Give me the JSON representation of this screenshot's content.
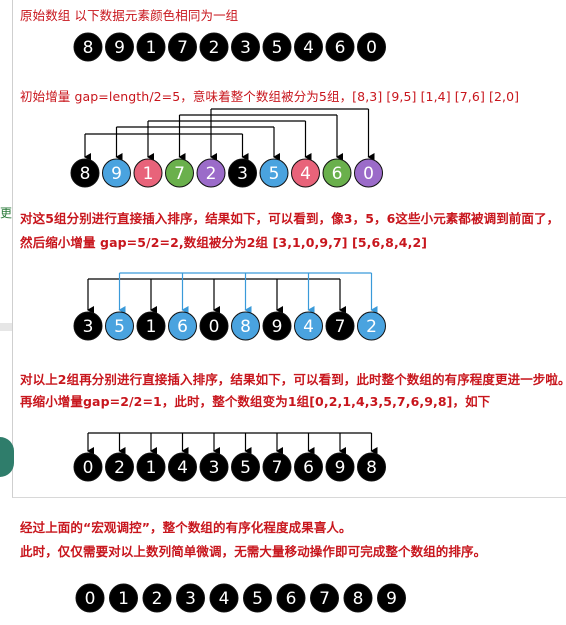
{
  "texts": {
    "t1": "原始数组  以下数据元素颜色相同为一组",
    "t2": "初始增量 gap=length/2=5，意味着整个数组被分为5组，[8,3] [9,5] [1,4] [7,6] [2,0]",
    "t3": "对这5组分别进行直接插入排序，结果如下，可以看到，像3，5，6这些小元素都被调到前面了，",
    "t4": "然后缩小增量 gap=5/2=2,数组被分为2组 [3,1,0,9,7] [5,6,8,4,2]",
    "t5": "对以上2组再分别进行直接插入排序，结果如下，可以看到，此时整个数组的有序程度更进一步啦。",
    "t6": "再缩小增量gap=2/2=1，此时，整个数组变为1组[0,2,1,4,3,5,7,6,9,8]，如下",
    "t7": "经过上面的“宏观调控”，整个数组的有序化程度成果喜人。",
    "t8": "此时，仅仅需要对以上数列简单微调，无需大量移动操作即可完成整个数组的排序。",
    "edge": "更"
  },
  "colors": {
    "text_red": "#c8161d",
    "black": "#000000",
    "blue": "#4aa3df",
    "pink": "#e8637a",
    "green": "#6ab04c",
    "purple": "#9b6bc9",
    "arrow_black": "#000000",
    "arrow_blue": "#3a9ad9"
  },
  "rows": [
    {
      "id": "original",
      "values": [
        8,
        9,
        1,
        7,
        2,
        3,
        5,
        4,
        6,
        0
      ],
      "colors": [
        "black",
        "black",
        "black",
        "black",
        "black",
        "black",
        "black",
        "black",
        "black",
        "black"
      ]
    },
    {
      "id": "gap5",
      "values": [
        8,
        9,
        1,
        7,
        2,
        3,
        5,
        4,
        6,
        0
      ],
      "colors": [
        "black",
        "blue",
        "pink",
        "green",
        "purple",
        "black",
        "blue",
        "pink",
        "green",
        "purple"
      ]
    },
    {
      "id": "gap2",
      "values": [
        3,
        5,
        1,
        6,
        0,
        8,
        9,
        4,
        7,
        2
      ],
      "colors": [
        "black",
        "blue",
        "black",
        "blue",
        "black",
        "blue",
        "black",
        "blue",
        "black",
        "blue"
      ]
    },
    {
      "id": "gap1",
      "values": [
        0,
        2,
        1,
        4,
        3,
        5,
        7,
        6,
        9,
        8
      ],
      "colors": [
        "black",
        "black",
        "black",
        "black",
        "black",
        "black",
        "black",
        "black",
        "black",
        "black"
      ]
    },
    {
      "id": "final",
      "values": [
        0,
        1,
        2,
        3,
        4,
        5,
        6,
        7,
        8,
        9
      ],
      "colors": [
        "black",
        "black",
        "black",
        "black",
        "black",
        "black",
        "black",
        "black",
        "black",
        "black"
      ]
    }
  ]
}
